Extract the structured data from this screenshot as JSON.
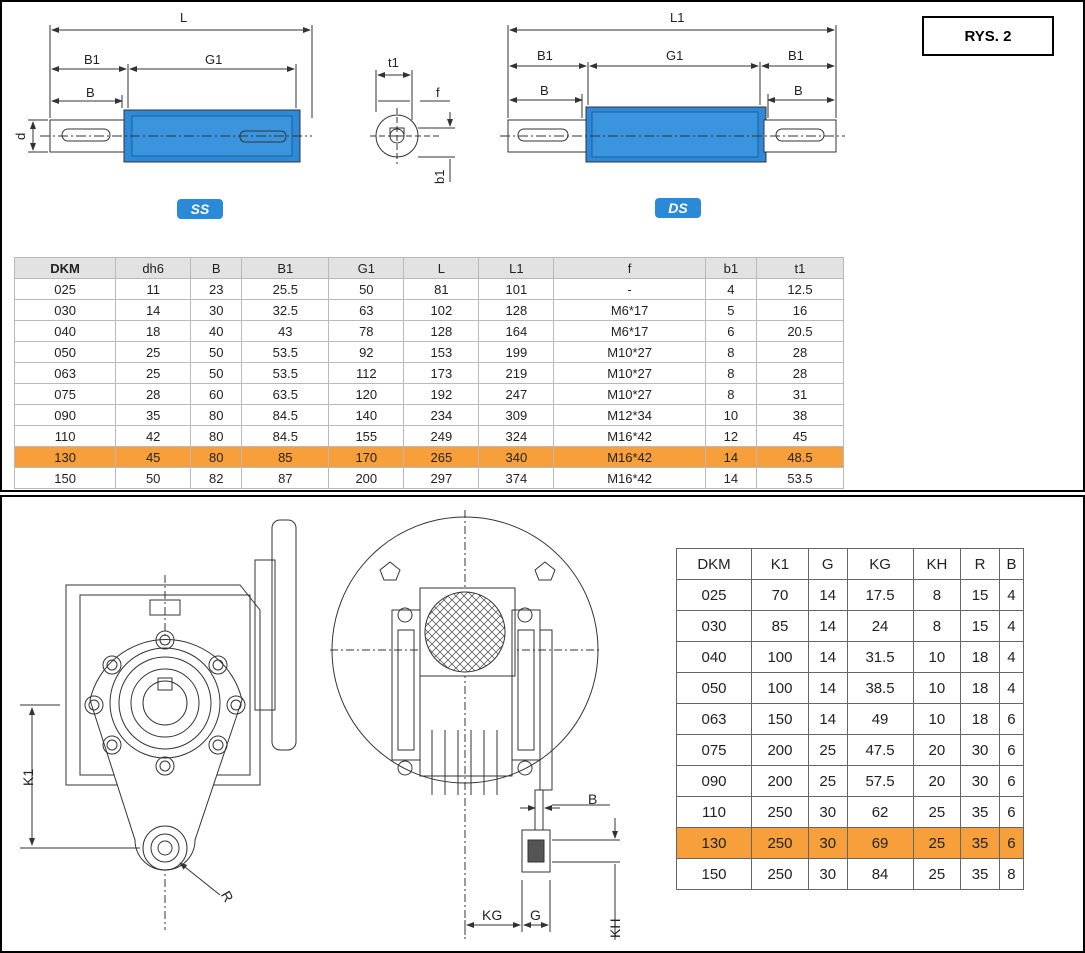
{
  "label": "RYS. 2",
  "badges": {
    "ss": "SS",
    "ds": "DS"
  },
  "dims_top": {
    "L": "L",
    "L1": "L1",
    "B1": "B1",
    "G1": "G1",
    "B": "B",
    "d": "d",
    "t1": "t1",
    "f": "f",
    "b1": "b1"
  },
  "dims_bottom": {
    "K1": "K1",
    "R": "R",
    "B": "B",
    "KG": "KG",
    "G": "G",
    "KH": "KH"
  },
  "shaft_table": {
    "headers": [
      "DKM",
      "dh6",
      "B",
      "B1",
      "G1",
      "L",
      "L1",
      "f",
      "b1",
      "t1"
    ],
    "highlight_row": 8,
    "rows": [
      [
        "025",
        "11",
        "23",
        "25.5",
        "50",
        "81",
        "101",
        "-",
        "4",
        "12.5"
      ],
      [
        "030",
        "14",
        "30",
        "32.5",
        "63",
        "102",
        "128",
        "M6*17",
        "5",
        "16"
      ],
      [
        "040",
        "18",
        "40",
        "43",
        "78",
        "128",
        "164",
        "M6*17",
        "6",
        "20.5"
      ],
      [
        "050",
        "25",
        "50",
        "53.5",
        "92",
        "153",
        "199",
        "M10*27",
        "8",
        "28"
      ],
      [
        "063",
        "25",
        "50",
        "53.5",
        "112",
        "173",
        "219",
        "M10*27",
        "8",
        "28"
      ],
      [
        "075",
        "28",
        "60",
        "63.5",
        "120",
        "192",
        "247",
        "M10*27",
        "8",
        "31"
      ],
      [
        "090",
        "35",
        "80",
        "84.5",
        "140",
        "234",
        "309",
        "M12*34",
        "10",
        "38"
      ],
      [
        "110",
        "42",
        "80",
        "84.5",
        "155",
        "249",
        "324",
        "M16*42",
        "12",
        "45"
      ],
      [
        "130",
        "45",
        "80",
        "85",
        "170",
        "265",
        "340",
        "M16*42",
        "14",
        "48.5"
      ],
      [
        "150",
        "50",
        "82",
        "87",
        "200",
        "297",
        "374",
        "M16*42",
        "14",
        "53.5"
      ]
    ]
  },
  "arm_table": {
    "headers": [
      "DKM",
      "K1",
      "G",
      "KG",
      "KH",
      "R",
      "B"
    ],
    "highlight_row": 8,
    "rows": [
      [
        "025",
        "70",
        "14",
        "17.5",
        "8",
        "15",
        "4"
      ],
      [
        "030",
        "85",
        "14",
        "24",
        "8",
        "15",
        "4"
      ],
      [
        "040",
        "100",
        "14",
        "31.5",
        "10",
        "18",
        "4"
      ],
      [
        "050",
        "100",
        "14",
        "38.5",
        "10",
        "18",
        "4"
      ],
      [
        "063",
        "150",
        "14",
        "49",
        "10",
        "18",
        "6"
      ],
      [
        "075",
        "200",
        "25",
        "47.5",
        "20",
        "30",
        "6"
      ],
      [
        "090",
        "200",
        "25",
        "57.5",
        "20",
        "30",
        "6"
      ],
      [
        "110",
        "250",
        "30",
        "62",
        "25",
        "35",
        "6"
      ],
      [
        "130",
        "250",
        "30",
        "69",
        "25",
        "35",
        "6"
      ],
      [
        "150",
        "250",
        "30",
        "84",
        "25",
        "35",
        "8"
      ]
    ]
  }
}
